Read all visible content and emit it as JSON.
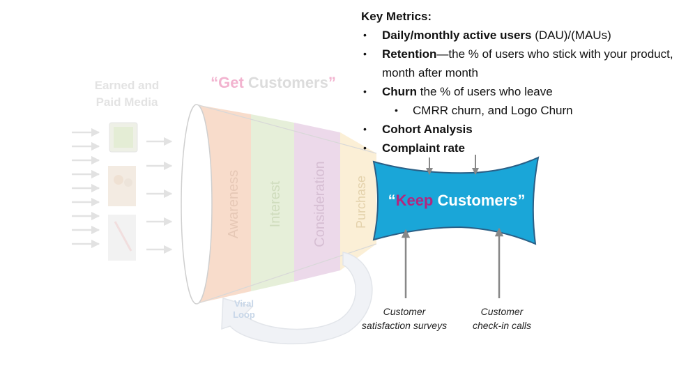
{
  "media": {
    "line1": "Earned and",
    "line2": "Paid Media"
  },
  "get_customers": {
    "quote_open": "“",
    "get_word": "Get",
    "customers_word": " Customers",
    "quote_close": "”"
  },
  "funnel_stages": [
    "Awareness",
    "Interest",
    "Consideration",
    "Purchase"
  ],
  "keep_customers": {
    "quote_open": "“",
    "keep_word": "Keep",
    "customers_word": " Customers",
    "quote_close": "”"
  },
  "viral_loop": {
    "line1": "Viral",
    "line2": "Loop"
  },
  "feedback_sources": [
    {
      "line1": "Customer",
      "line2": "satisfaction surveys"
    },
    {
      "line1": "Customer",
      "line2": "check-in calls"
    }
  ],
  "metrics": {
    "title": "Key Metrics:",
    "dau_bold": "Daily/monthly active users",
    "dau_rest": " (DAU)/(MAUs)",
    "retention_bold": "Retention",
    "retention_rest": "—the % of users who stick with your product, month after month",
    "churn_bold": "Churn",
    "churn_rest": " the % of users who leave",
    "churn_sub": "CMRR churn, and Logo Churn",
    "cohort": "Cohort Analysis",
    "complaint": "Complaint rate"
  },
  "colors": {
    "awareness": "#f8dccb",
    "interest": "#e6efd9",
    "consideration": "#ecd9ea",
    "purchase": "#fbefd6",
    "keep_fill": "#1aa6d8",
    "keep_word": "#b3267f",
    "get_word": "#f2b3cf",
    "faded_text": "#dcdcdc"
  }
}
